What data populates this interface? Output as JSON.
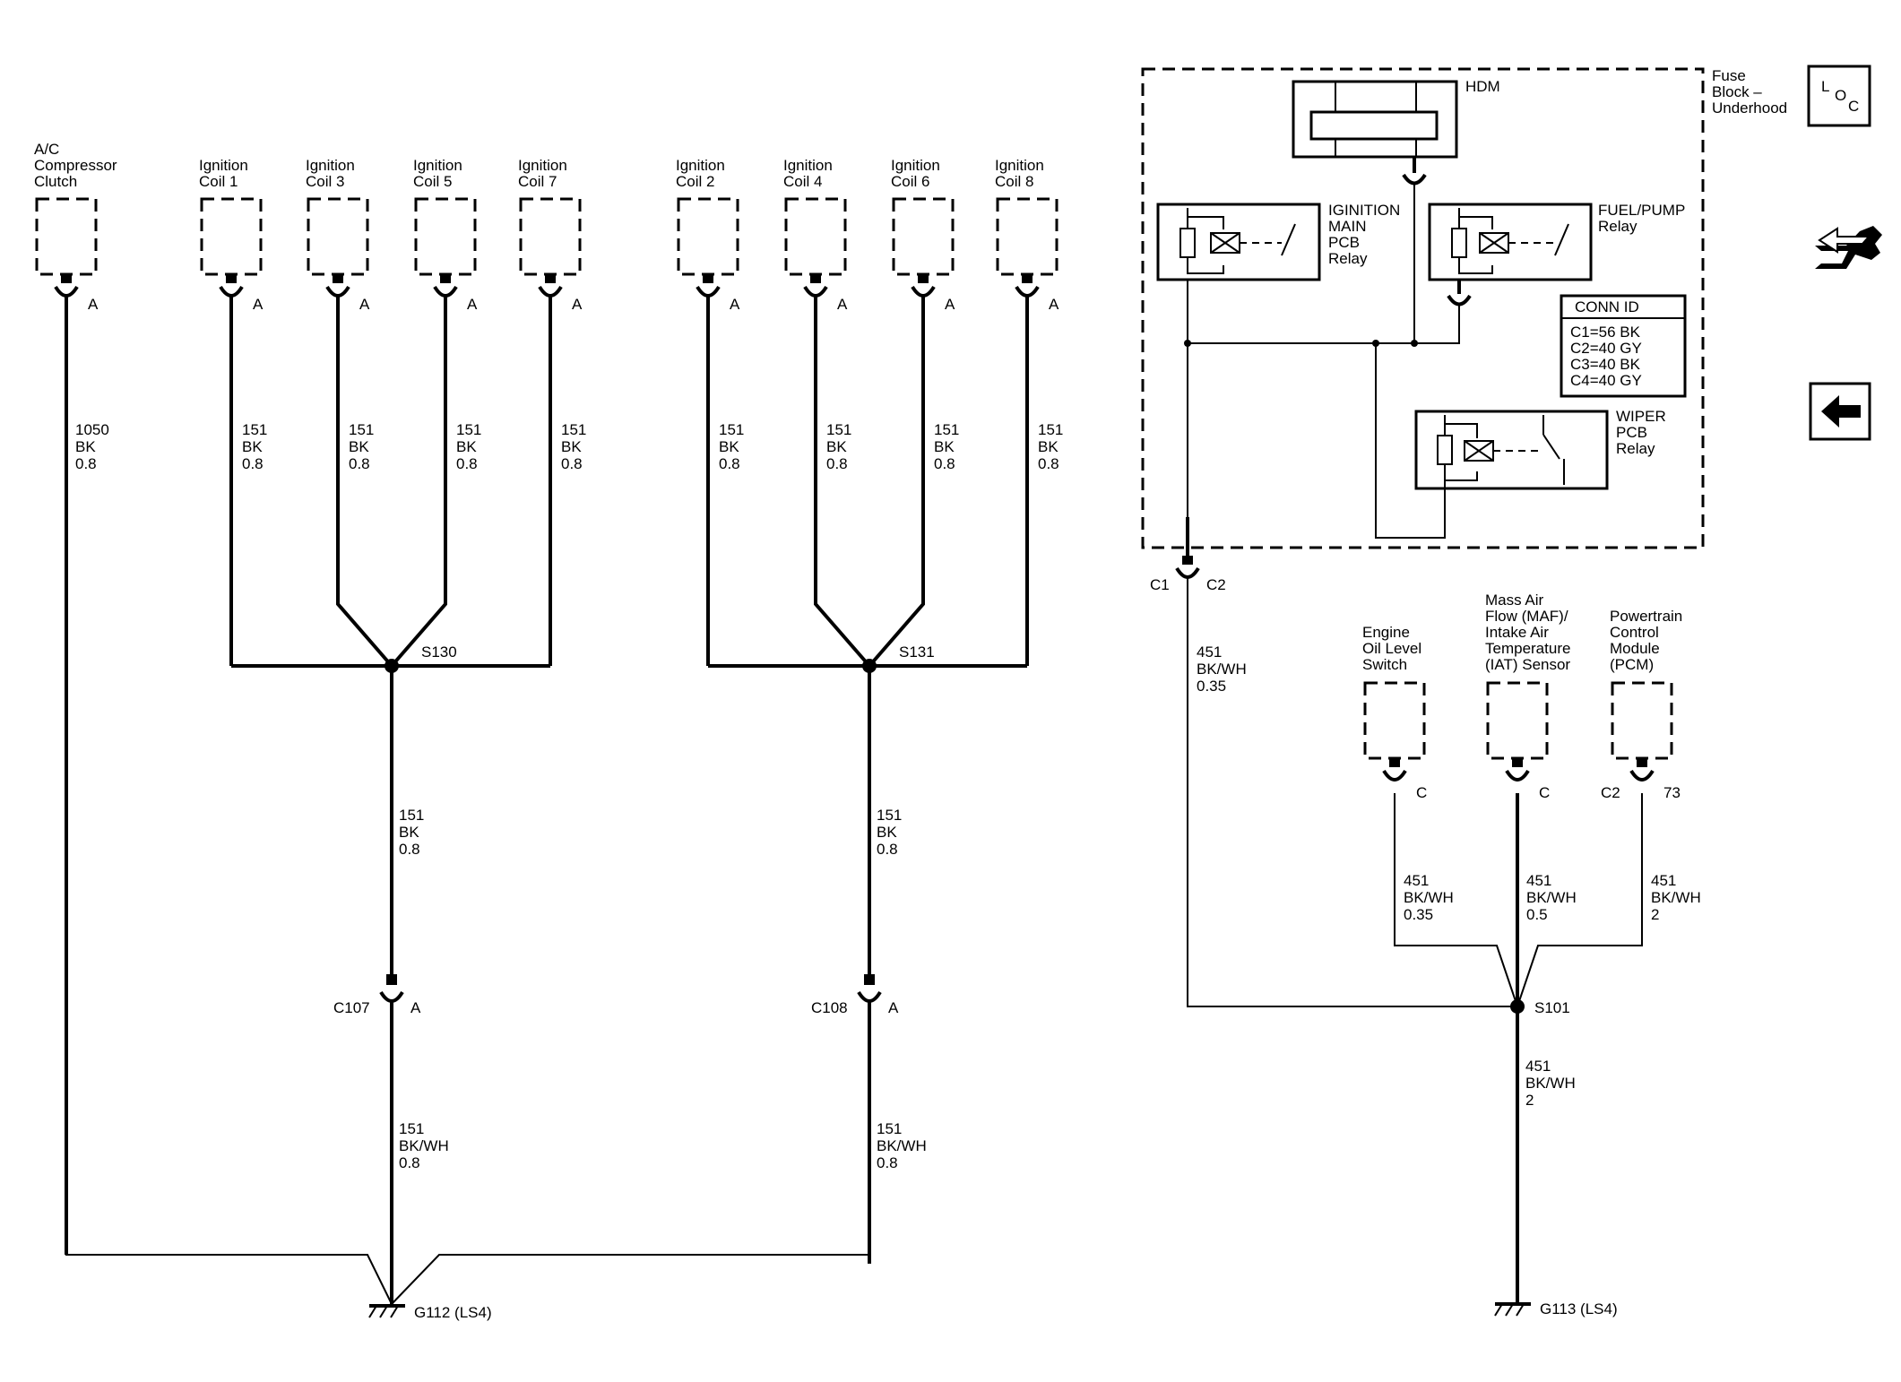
{
  "left_components": [
    {
      "id": "ac",
      "name": [
        "A/C",
        "Compressor",
        "Clutch"
      ],
      "pin": "A",
      "wire": [
        "1050",
        "BK",
        "0.8"
      ]
    },
    {
      "id": "c1",
      "name": [
        "Ignition",
        "Coil 1"
      ],
      "pin": "A",
      "wire": [
        "151",
        "BK",
        "0.8"
      ]
    },
    {
      "id": "c3",
      "name": [
        "Ignition",
        "Coil 3"
      ],
      "pin": "A",
      "wire": [
        "151",
        "BK",
        "0.8"
      ]
    },
    {
      "id": "c5",
      "name": [
        "Ignition",
        "Coil 5"
      ],
      "pin": "A",
      "wire": [
        "151",
        "BK",
        "0.8"
      ]
    },
    {
      "id": "c7",
      "name": [
        "Ignition",
        "Coil 7"
      ],
      "pin": "A",
      "wire": [
        "151",
        "BK",
        "0.8"
      ]
    },
    {
      "id": "c2",
      "name": [
        "Ignition",
        "Coil 2"
      ],
      "pin": "A",
      "wire": [
        "151",
        "BK",
        "0.8"
      ]
    },
    {
      "id": "c4",
      "name": [
        "Ignition",
        "Coil 4"
      ],
      "pin": "A",
      "wire": [
        "151",
        "BK",
        "0.8"
      ]
    },
    {
      "id": "c6",
      "name": [
        "Ignition",
        "Coil 6"
      ],
      "pin": "A",
      "wire": [
        "151",
        "BK",
        "0.8"
      ]
    },
    {
      "id": "c8",
      "name": [
        "Ignition",
        "Coil 8"
      ],
      "pin": "A",
      "wire": [
        "151",
        "BK",
        "0.8"
      ]
    }
  ],
  "splices": {
    "s130": "S130",
    "s131": "S131",
    "s101": "S101"
  },
  "trunk_wires": {
    "s130_to_c107": [
      "151",
      "BK",
      "0.8"
    ],
    "s131_to_c108": [
      "151",
      "BK",
      "0.8"
    ],
    "c107_to_ground": [
      "151",
      "BK/WH",
      "0.8"
    ],
    "c108_to_ground": [
      "151",
      "BK/WH",
      "0.8"
    ]
  },
  "connectors": {
    "c107": {
      "label": "C107",
      "pin": "A"
    },
    "c108": {
      "label": "C108",
      "pin": "A"
    },
    "fuse_block": {
      "left": "C1",
      "right": "C2"
    }
  },
  "grounds": {
    "g112": "G112 (LS4)",
    "g113": "G113 (LS4)"
  },
  "fuse_block": {
    "title": [
      "Fuse",
      "Block –",
      "Underhood"
    ],
    "hdm": "HDM",
    "ign_relay": [
      "IGINITION",
      "MAIN",
      "PCB",
      "Relay"
    ],
    "fuel_relay": [
      "FUEL/PUMP",
      "Relay"
    ],
    "wiper_relay": [
      "WIPER",
      "PCB",
      "Relay"
    ],
    "conn_id_title": "CONN ID",
    "conn_id": [
      "C1=56 BK",
      "C2=40 GY",
      "C3=40 BK",
      "C4=40 GY"
    ],
    "out_wire": [
      "451",
      "BK/WH",
      "0.35"
    ]
  },
  "right_components": [
    {
      "id": "oil",
      "name": [
        "Engine",
        "Oil Level",
        "Switch"
      ],
      "pin": "C",
      "wire": [
        "451",
        "BK/WH",
        "0.35"
      ]
    },
    {
      "id": "maf",
      "name": [
        "Mass Air",
        "Flow (MAF)/",
        "Intake Air",
        "Temperature",
        "(IAT) Sensor"
      ],
      "pin": "C",
      "wire": [
        "451",
        "BK/WH",
        "0.5"
      ]
    },
    {
      "id": "pcm",
      "name": [
        "Powertrain",
        "Control",
        "Module",
        "(PCM)"
      ],
      "pin_conn": "C2",
      "pin": "73",
      "wire": [
        "451",
        "BK/WH",
        "2"
      ]
    }
  ],
  "s101_ground_wire": [
    "451",
    "BK/WH",
    "2"
  ],
  "nav": {
    "loc_icon": "L O C",
    "harness_icon": "harness-icon",
    "back_icon": "back-arrow-icon"
  }
}
